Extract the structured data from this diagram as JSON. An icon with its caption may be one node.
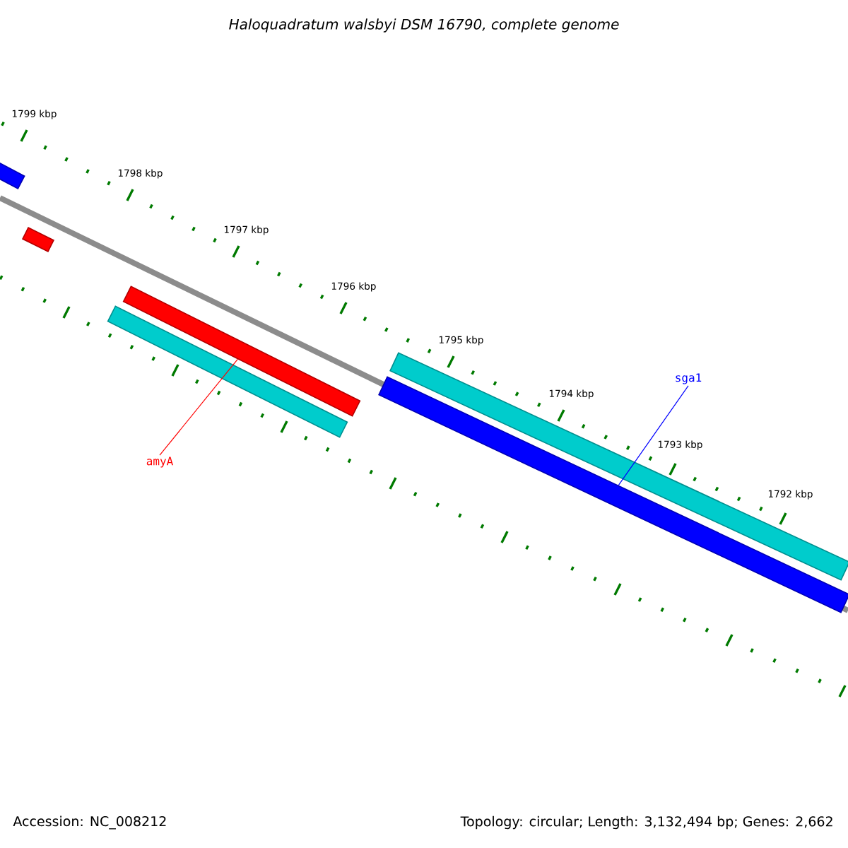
{
  "diagram": {
    "title": "Haloquadratum walsbyi DSM 16790, complete genome",
    "nodes": [
      {
        "text": [],
        "shape": "bar"
      },
      {
        "text": [],
        "shape": "bar"
      },
      {
        "text": [],
        "shape": "bar"
      },
      {
        "text": [],
        "shape": "bar"
      },
      {
        "text": [
          "amyA"
        ]
      },
      {
        "text": [
          "sga1"
        ]
      },
      {
        "text": [],
        "shape": "bar"
      },
      {
        "text": [],
        "shape": "bar"
      }
    ],
    "edges": [
      {
        "from": 4,
        "to": 2,
        "arrow": "none",
        "color": "#ff0000"
      },
      {
        "from": 5,
        "to": 7,
        "arrow": "none",
        "color": "#0000ff"
      }
    ],
    "labels": [
      "1799 kbp",
      "1798 kbp",
      "1797 kbp",
      "1796 kbp",
      "1795 kbp",
      "1794 kbp",
      "1793 kbp",
      "1792 kbp",
      "Accession: NC_008212",
      "Topology: circular; Length: 3,132,494 bp; Genes: 2,662"
    ]
  }
}
